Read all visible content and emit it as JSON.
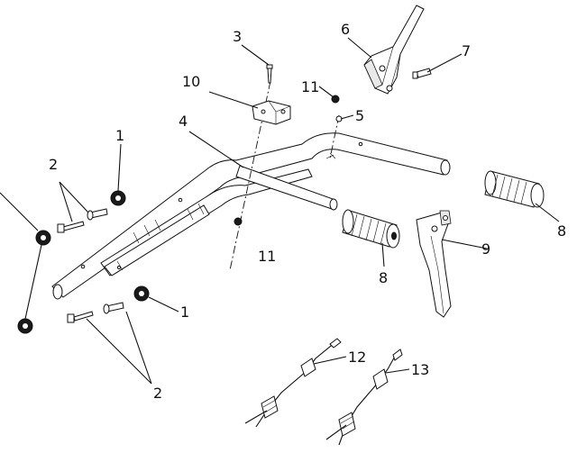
{
  "diagram": {
    "callouts": [
      {
        "id": "c1a",
        "text": "1"
      },
      {
        "id": "c2a",
        "text": "2"
      },
      {
        "id": "c3",
        "text": "3"
      },
      {
        "id": "c4",
        "text": "4"
      },
      {
        "id": "c5",
        "text": "5"
      },
      {
        "id": "c6",
        "text": "6"
      },
      {
        "id": "c7",
        "text": "7"
      },
      {
        "id": "c8a",
        "text": "8"
      },
      {
        "id": "c8b",
        "text": "8"
      },
      {
        "id": "c9",
        "text": "9"
      },
      {
        "id": "c10",
        "text": "10"
      },
      {
        "id": "c11a",
        "text": "11"
      },
      {
        "id": "c11b",
        "text": "11"
      },
      {
        "id": "c1b",
        "text": "1"
      },
      {
        "id": "c2b",
        "text": "2"
      },
      {
        "id": "c12",
        "text": "12"
      },
      {
        "id": "c13",
        "text": "13"
      }
    ]
  }
}
